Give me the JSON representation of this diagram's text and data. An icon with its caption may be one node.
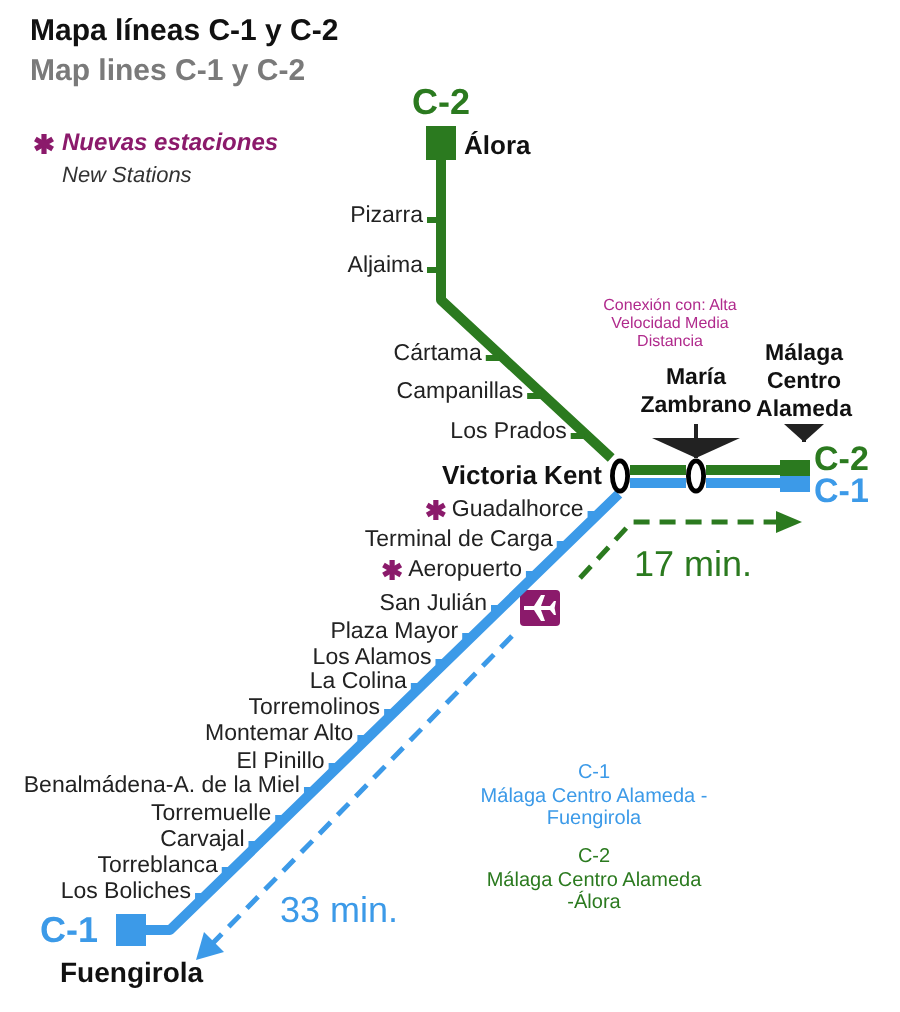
{
  "diagram": {
    "title": "Mapa líneas C-1 y C-2",
    "nodes": [
      {
        "text": [
          "C-2"
        ],
        "beside": [
          "Álora"
        ]
      },
      {
        "text": [
          "Victoria Kent"
        ]
      },
      {
        "text": [],
        "shape": "circle"
      },
      {
        "text": [
          "María Zambrano"
        ]
      },
      {
        "text": [
          "Málaga Centro Alameda"
        ]
      },
      {
        "text": [
          "C-2"
        ]
      },
      {
        "text": [
          "C-1"
        ]
      },
      {
        "text": [
          "C-1"
        ],
        "beside": [
          "Fuengirola"
        ]
      }
    ],
    "edges": [
      {
        "from": 0,
        "to": 1,
        "arrow": "none"
      },
      {
        "from": 1,
        "to": 2,
        "arrow": "none"
      },
      {
        "from": 2,
        "to": 5,
        "arrow": "none"
      },
      {
        "from": 1,
        "to": 2,
        "arrow": "none",
        "color": "#3c9ae8"
      },
      {
        "from": 2,
        "to": 6,
        "arrow": "none",
        "color": "#3c9ae8"
      },
      {
        "from": 7,
        "to": 1,
        "arrow": "none",
        "color": "#3c9ae8"
      },
      {
        "from": 3,
        "to": 2,
        "arrow": "to",
        "color": "#222222"
      },
      {
        "from": 4,
        "to": 5,
        "arrow": "to",
        "color": "#222222"
      }
    ],
    "labels": [
      "Map lines C-1 y C-2",
      "Nuevas estaciones",
      "New Stations",
      "Pizarra",
      "Aljaima",
      "Cártama",
      "Campanillas",
      "Los Prados",
      "Guadalhorce",
      "Terminal de Carga",
      "Aeropuerto",
      "San Julián",
      "Plaza Mayor",
      "Los Alamos",
      "La Colina",
      "Torremolinos",
      "Montemar Alto",
      "El Pinillo",
      "Benalmádena-A. de la Miel",
      "Torremuelle",
      "Carvajal",
      "Torreblanca",
      "Los Boliches",
      "17 min.",
      "33 min.",
      "C-1",
      "Málaga Centro Alameda - Fuengirola",
      "C-2",
      "Málaga Centro Alameda -Álora",
      "Conexión con: Alta Velocidad Media Distancia"
    ]
  }
}
